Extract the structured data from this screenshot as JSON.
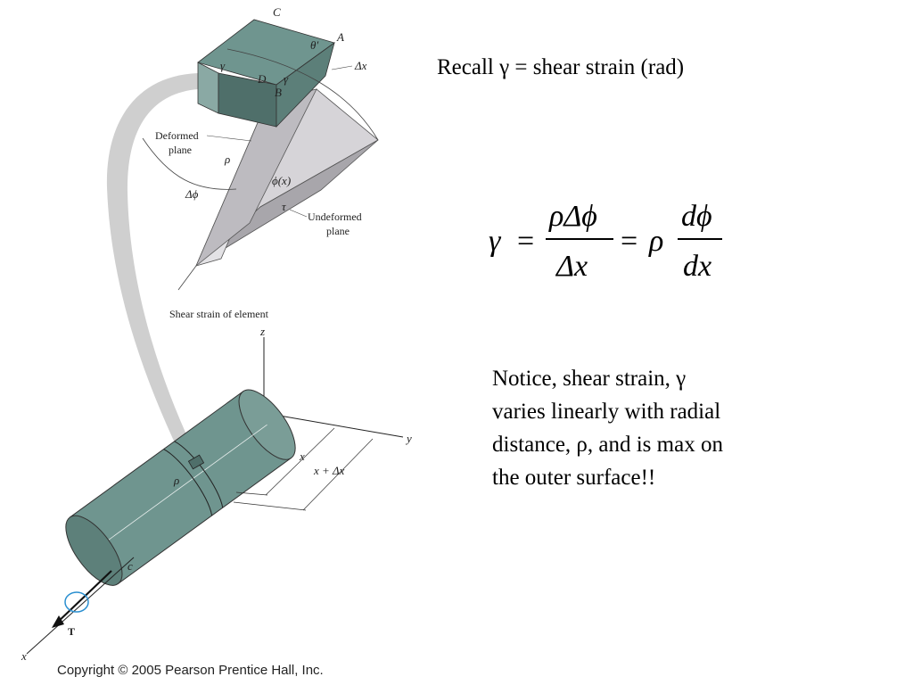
{
  "recall_text": "Recall γ = shear strain (rad)",
  "equation": {
    "lhs": "γ",
    "eq1": "=",
    "num1": "ρΔϕ",
    "den1": "Δx",
    "eq2": "=",
    "rho": "ρ",
    "num2": "dϕ",
    "den2": "dx"
  },
  "notice_lines": [
    "Notice, shear strain, γ",
    "varies linearly with radial",
    "distance, ρ, and is max on",
    "the outer surface!!"
  ],
  "copyright": "Copyright © 2005 Pearson Prentice Hall, Inc.",
  "figure": {
    "caption": "Shear strain of element",
    "label_deformed_1": "Deformed",
    "label_deformed_2": "plane",
    "label_undeformed_1": "Undeformed",
    "label_undeformed_2": "plane",
    "label_C": "C",
    "label_A": "A",
    "label_B": "B",
    "label_D": "D",
    "label_theta": "θ′",
    "label_gamma1": "γ",
    "label_gamma2": "γ",
    "label_dx_top": "Δx",
    "label_rho_top": "ρ",
    "label_dphi": "Δϕ",
    "label_phix": "ϕ(x)",
    "label_tau": "τ",
    "label_z": "z",
    "label_y": "y",
    "label_x_axis": "x",
    "label_x_dim": "x",
    "label_xdx_dim": "x + Δx",
    "label_rho_cyl": "ρ",
    "label_c": "c",
    "label_T": "T",
    "colors": {
      "shaft": "#6f958f",
      "shaft_dark": "#4f6f6a",
      "wedge_light": "#d6d4d8",
      "wedge_dark": "#a8a6ab",
      "sweep": "#cfcfcf"
    }
  }
}
